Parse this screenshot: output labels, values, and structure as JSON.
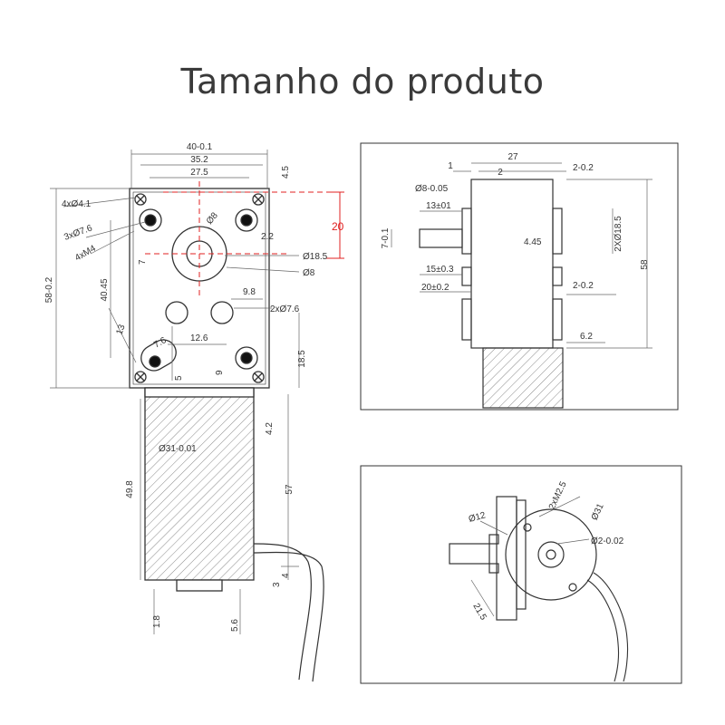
{
  "title": "Tamanho do produto",
  "colors": {
    "line": "#333333",
    "dim": "#555555",
    "center_line": "#e02020",
    "hatch": "#777777"
  },
  "front_view": {
    "width_total": "40-0.1",
    "width_holes": "35.2",
    "width_inner": "27.5",
    "top_offset": "4.5",
    "corner_holes": "4xØ4.1",
    "large_holes": "3xØ7.6",
    "threads": "4xM4",
    "shaft_bore": "Ø8",
    "shaft_offset": "2.2",
    "shaft_outer": "Ø18.5",
    "shaft_flat": "Ø8",
    "height_total": "58-0.2",
    "height_holes": "40.45",
    "shaft_height": "7",
    "hole_spacing": "9.8",
    "two_holes": "2xØ7.6",
    "diag_13": "13",
    "slot_76": "7.6",
    "slot_126": "12.6",
    "bottom_5": "5",
    "bottom_9": "9",
    "bottom_185": "18.5",
    "red_20": "20",
    "motor_diameter": "Ø31-0.01",
    "motor_gap": "4.2",
    "motor_length": "49.8",
    "motor_total": "57",
    "tail_4": "4",
    "tail_3": "3",
    "base_18": "1.8",
    "base_56": "5.6"
  },
  "side_view": {
    "top_27": "27",
    "top_1": "1",
    "top_2": "2",
    "top_2_02": "2-0.2",
    "shaft": "Ø8-0.05",
    "len_13": "13±01",
    "left_7": "7-0.1",
    "center_445": "4.45",
    "right_2x185": "2XØ18.5",
    "height_58": "58",
    "len_15": "15±0.3",
    "len_20": "20±0.2",
    "right_2_02": "2-0.2",
    "bottom_62": "6.2"
  },
  "end_view": {
    "threads": "2xM2.5",
    "d12": "Ø12",
    "d31": "Ø31",
    "d2": "Ø2-0.02",
    "len_215": "21.5"
  }
}
